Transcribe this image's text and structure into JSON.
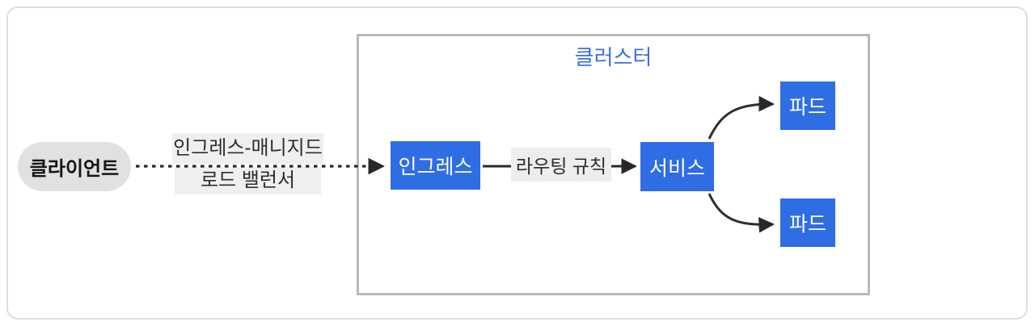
{
  "diagram": {
    "client_label": "클라이언트",
    "lb_label_line1": "인그레스-매니지드",
    "lb_label_line2": "로드 밸런서",
    "cluster_title": "클러스터",
    "ingress_label": "인그레스",
    "routing_label": "라우팅 규칙",
    "service_label": "서비스",
    "pod1_label": "파드",
    "pod2_label": "파드",
    "edges": [
      {
        "from": "client",
        "to": "ingress",
        "style": "dashed",
        "label": "인그레스-매니지드 로드 밸런서"
      },
      {
        "from": "ingress",
        "to": "service",
        "style": "solid",
        "label": "라우팅 규칙"
      },
      {
        "from": "service",
        "to": "pod1",
        "style": "curved",
        "label": ""
      },
      {
        "from": "service",
        "to": "pod2",
        "style": "curved",
        "label": ""
      }
    ],
    "colors": {
      "node_blue": "#2f6de4",
      "cluster_title_blue": "#3a6fe8",
      "client_pill_gray": "#e1e1e1",
      "edge_label_bg": "#efefef",
      "cluster_border": "#b9b9b9",
      "card_border": "#d9dee5",
      "line_color": "#282828"
    }
  }
}
